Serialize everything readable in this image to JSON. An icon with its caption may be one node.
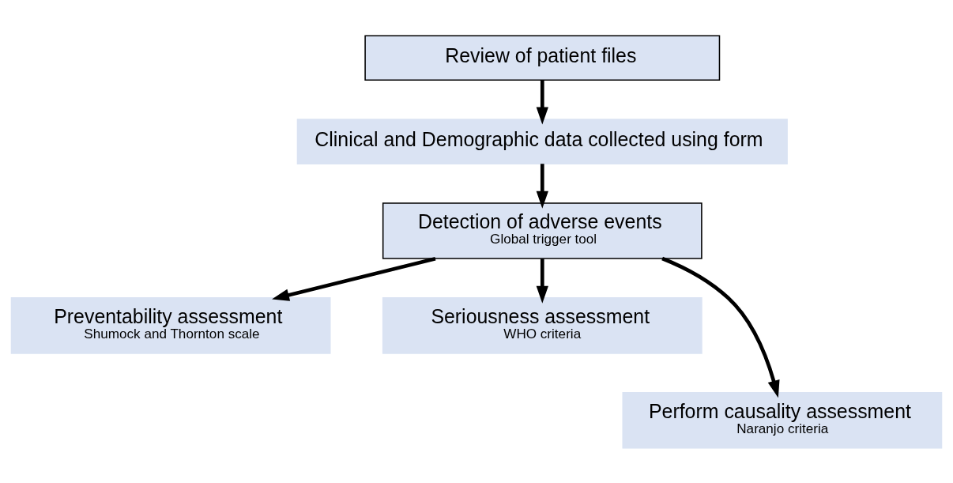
{
  "diagram": {
    "nodes": [
      {
        "text": [
          "Review of patient files"
        ]
      },
      {
        "text": [
          "Clinical and Demographic data collected using form"
        ]
      },
      {
        "text": [
          "Detection of adverse events",
          "Global trigger tool"
        ]
      },
      {
        "text": [
          "Preventability assessment",
          "Shumock and Thornton scale"
        ]
      },
      {
        "text": [
          "Seriousness assessment",
          "WHO criteria"
        ]
      },
      {
        "text": [
          "Perform causality assessment",
          "Naranjo criteria"
        ]
      }
    ],
    "edges": [
      {
        "from": 0,
        "to": 1,
        "arrow": "to"
      },
      {
        "from": 1,
        "to": 2,
        "arrow": "to"
      },
      {
        "from": 2,
        "to": 3,
        "arrow": "to"
      },
      {
        "from": 2,
        "to": 5,
        "arrow": "to"
      },
      {
        "from": 2,
        "to": 4,
        "arrow": "to"
      }
    ]
  }
}
